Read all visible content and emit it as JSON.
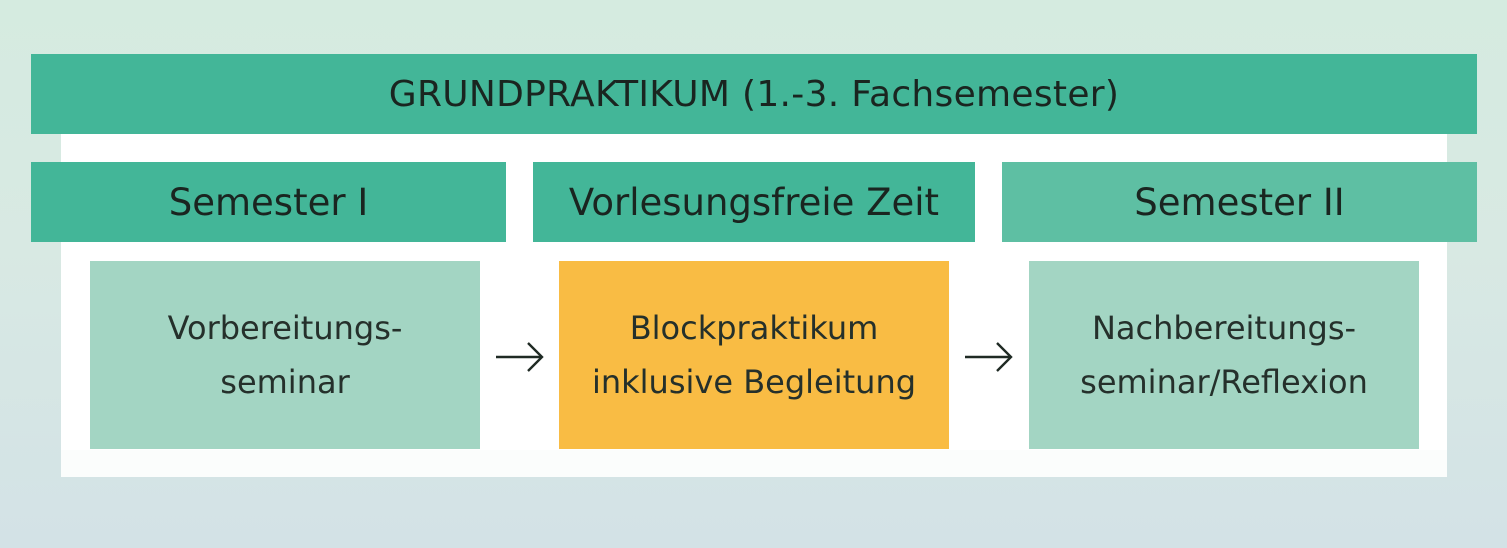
{
  "title": "GRUNDPRAKTIKUM (1.-3. Fachsemester)",
  "columns": [
    {
      "header": "Semester I",
      "box_lines": [
        "Vorbereitungs-",
        "seminar"
      ]
    },
    {
      "header": "Vorlesungsfreie Zeit",
      "box_lines": [
        "Blockpraktikum",
        "inklusive Begleitung"
      ]
    },
    {
      "header": "Semester II",
      "box_lines": [
        "Nachbereitungs-",
        "seminar/Reflexion"
      ]
    }
  ],
  "arrows": [
    "arrow-right-icon",
    "arrow-right-icon"
  ],
  "colors": {
    "header_green": "#43b698",
    "header_green_light": "#5ebfa3",
    "box_green": "#a3d5c3",
    "box_orange": "#f9bc44"
  }
}
